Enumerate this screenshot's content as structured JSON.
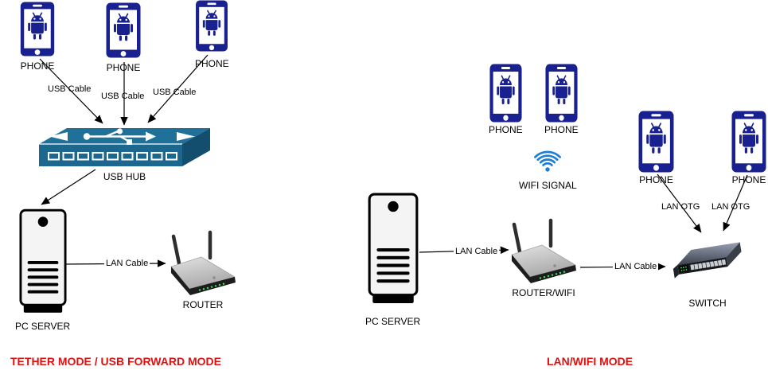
{
  "left_section": {
    "mode_label": "TETHER MODE / USB FORWARD MODE",
    "phones": [
      {
        "label": "PHONE"
      },
      {
        "label": "PHONE"
      },
      {
        "label": "PHONE"
      }
    ],
    "cable_labels": [
      {
        "text": "USB Cable"
      },
      {
        "text": "USB Cable"
      },
      {
        "text": "USB Cable"
      }
    ],
    "hub": {
      "label": "USB HUB"
    },
    "server": {
      "label": "PC SERVER"
    },
    "lan_cable": {
      "text": "LAN Cable"
    },
    "router": {
      "label": "ROUTER"
    }
  },
  "right_section": {
    "mode_label": "LAN/WIFI MODE",
    "wifi_phones": [
      {
        "label": "PHONE"
      },
      {
        "label": "PHONE"
      }
    ],
    "wifi_signal": {
      "label": "WIFI SIGNAL"
    },
    "otg_phones": [
      {
        "label": "PHONE"
      },
      {
        "label": "PHONE"
      }
    ],
    "otg_labels": [
      {
        "text": "LAN OTG"
      },
      {
        "text": "LAN OTG"
      }
    ],
    "server": {
      "label": "PC SERVER"
    },
    "lan_cables": [
      {
        "text": "LAN Cable"
      },
      {
        "text": "LAN Cable"
      }
    ],
    "router": {
      "label": "ROUTER/WIFI"
    },
    "switch": {
      "label": "SWITCH"
    }
  },
  "icons": {
    "phone": "android-phone-icon",
    "usb_hub": "usb-hub-icon",
    "pc_server": "pc-server-tower-icon",
    "router": "wireless-router-icon",
    "wifi": "wifi-signal-icon",
    "switch": "network-switch-icon"
  },
  "colors": {
    "phone_blue": "#18218f",
    "wifi_blue": "#1c7fd6",
    "hub_teal_top": "#1f7199",
    "hub_teal_front": "#1b678e",
    "hub_teal_side": "#134e6f",
    "mode_red": "#e01010",
    "led_green": "#3fe25f",
    "line_black": "#000000"
  }
}
